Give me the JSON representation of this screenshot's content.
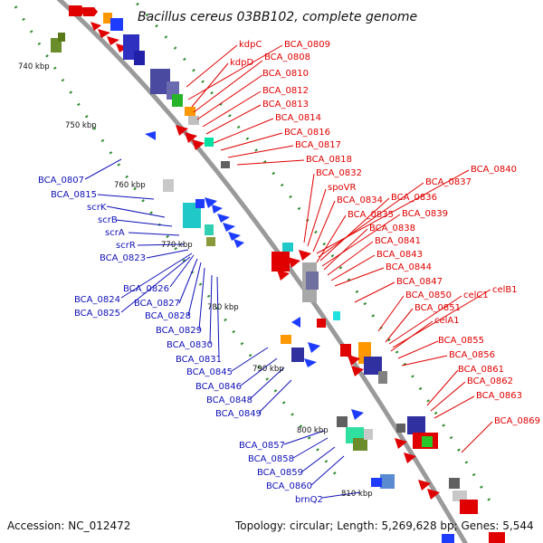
{
  "title": "Bacillus cereus 03BB102, complete genome",
  "accession": "Accession: NC_012472",
  "topology": "Topology: circular; Length: 5,269,628 bp; Genes: 5,544",
  "colors": {
    "forward_label": "#e00000",
    "reverse_label": "#1010b8",
    "backbone": "#9a9a9a",
    "tick": "#2e8b2e"
  },
  "ticks": [
    "740 kbp",
    "750 kbp",
    "760 kbp",
    "770 kbp",
    "780 kbp",
    "790 kbp",
    "800 kbp",
    "810 kbp"
  ],
  "forward_labels": [
    "kdpC",
    "BCA_0809",
    "kdpD",
    "BCA_0808",
    "BCA_0810",
    "BCA_0812",
    "BCA_0813",
    "BCA_0814",
    "BCA_0816",
    "BCA_0817",
    "BCA_0818",
    "BCA_0832",
    "spoVR",
    "BCA_0840",
    "BCA_0837",
    "BCA_0834",
    "BCA_0836",
    "BCA_0835",
    "BCA_0839",
    "BCA_0838",
    "BCA_0841",
    "BCA_0843",
    "BCA_0844",
    "BCA_0847",
    "BCA_0850",
    "celC1",
    "celB1",
    "BCA_0851",
    "celA1",
    "BCA_0855",
    "BCA_0856",
    "BCA_0861",
    "BCA_0862",
    "BCA_0863",
    "BCA_0869"
  ],
  "reverse_labels": [
    "BCA_0807",
    "BCA_0815",
    "scrK",
    "scrB",
    "scrA",
    "scrR",
    "BCA_0823",
    "BCA_0826",
    "BCA_0824",
    "BCA_0827",
    "BCA_0825",
    "BCA_0828",
    "BCA_0829",
    "BCA_0830",
    "BCA_0831",
    "BCA_0845",
    "BCA_0846",
    "BCA_0848",
    "BCA_0849",
    "BCA_0857",
    "BCA_0858",
    "BCA_0859",
    "BCA_0860",
    "brnQ2"
  ]
}
